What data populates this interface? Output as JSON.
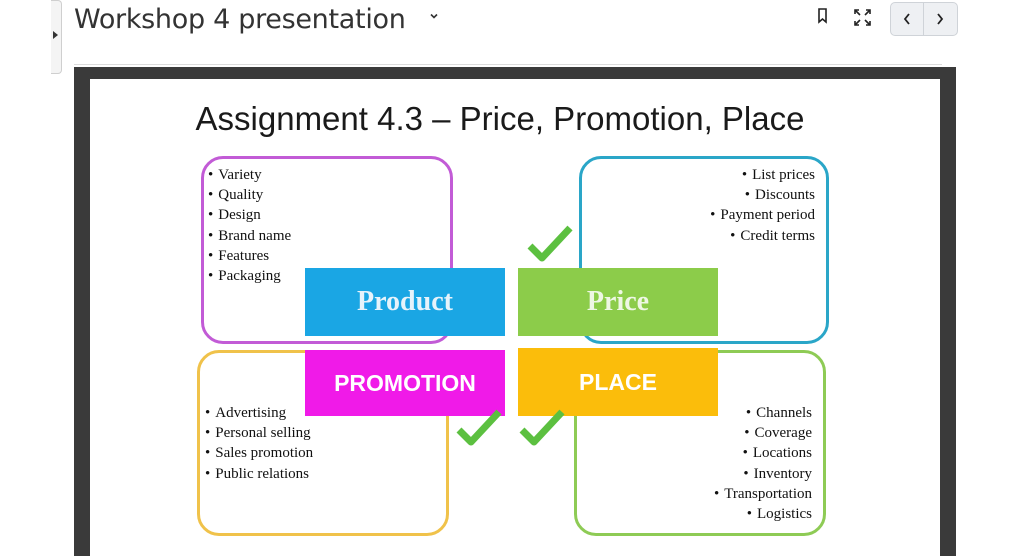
{
  "header": {
    "title": "Workshop 4 presentation"
  },
  "toolbar": {
    "prev_label": "‹",
    "next_label": "›"
  },
  "slide": {
    "title": "Assignment 4.3 – Price, Promotion, Place",
    "quadrants": {
      "product": {
        "label": "Product",
        "items": [
          "Variety",
          "Quality",
          "Design",
          "Brand name",
          "Features",
          "Packaging"
        ]
      },
      "price": {
        "label": "Price",
        "items": [
          "List prices",
          "Discounts",
          "Payment period",
          "Credit terms"
        ]
      },
      "promotion": {
        "label": "PROMOTION",
        "items": [
          "Advertising",
          "Personal selling",
          "Sales promotion",
          "Public relations"
        ]
      },
      "place": {
        "label": "PLACE",
        "items": [
          "Channels",
          "Coverage",
          "Locations",
          "Inventory",
          "Transportation",
          "Logistics"
        ]
      }
    }
  },
  "colors": {
    "product": "#1aa6e4",
    "price": "#8ccc4a",
    "promotion": "#f01ae8",
    "place": "#fbbd0b",
    "check": "#5cc040"
  }
}
